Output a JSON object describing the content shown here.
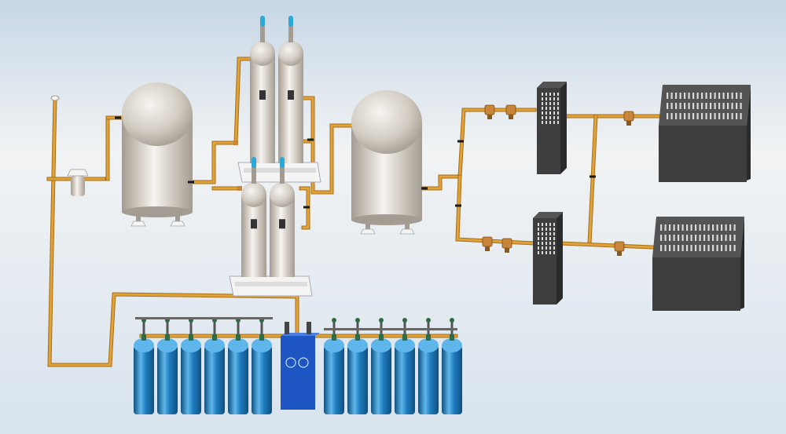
{
  "colors": {
    "background_top": "#c7d7e6",
    "background_mid": "#f1f3f4",
    "background_bottom": "#d8e3ee",
    "pipe": "#e0a23a",
    "pipe_shadow": "#a86f16",
    "vessel_body": "#d2ccc3",
    "vessel_highlight": "#f7f5f1",
    "vessel_shade": "#a39c92",
    "base_white": "#f4f4f4",
    "cabinet_dark": "#3e3e3e",
    "cabinet_top": "#545454",
    "cabinet_vent": "#d9d9d9",
    "cylinder_blue": "#1e7cc0",
    "cylinder_blue_shade": "#10507f",
    "cylinder_blue_highlight": "#5fb6ea",
    "valve_green": "#2f6b46",
    "manifold_box": "#1d55c2",
    "fitting_brass": "#c9853a",
    "flange_black": "#1a1a1a",
    "nozzle_cyan": "#2aa8d8"
  },
  "components": [
    {
      "name": "air-filter",
      "icon": "filter-icon"
    },
    {
      "name": "air-receiver-tank",
      "icon": "vertical-tank-icon"
    },
    {
      "name": "adsorption-dryer-upper",
      "icon": "twin-tower-icon"
    },
    {
      "name": "adsorption-dryer-lower",
      "icon": "twin-tower-icon"
    },
    {
      "name": "product-buffer-tank",
      "icon": "vertical-tank-icon"
    },
    {
      "name": "booster-unit-upper",
      "icon": "cabinet-icon"
    },
    {
      "name": "booster-unit-lower",
      "icon": "cabinet-icon"
    },
    {
      "name": "control-cabinet-upper",
      "icon": "vented-cabinet-icon"
    },
    {
      "name": "control-cabinet-lower",
      "icon": "vented-cabinet-icon"
    },
    {
      "name": "filling-manifold-box",
      "icon": "manifold-icon"
    },
    {
      "name": "gas-cylinder-bank-left",
      "icon": "gas-cylinder-icon",
      "count": 6
    },
    {
      "name": "gas-cylinder-bank-right",
      "icon": "gas-cylinder-icon",
      "count": 6
    }
  ]
}
